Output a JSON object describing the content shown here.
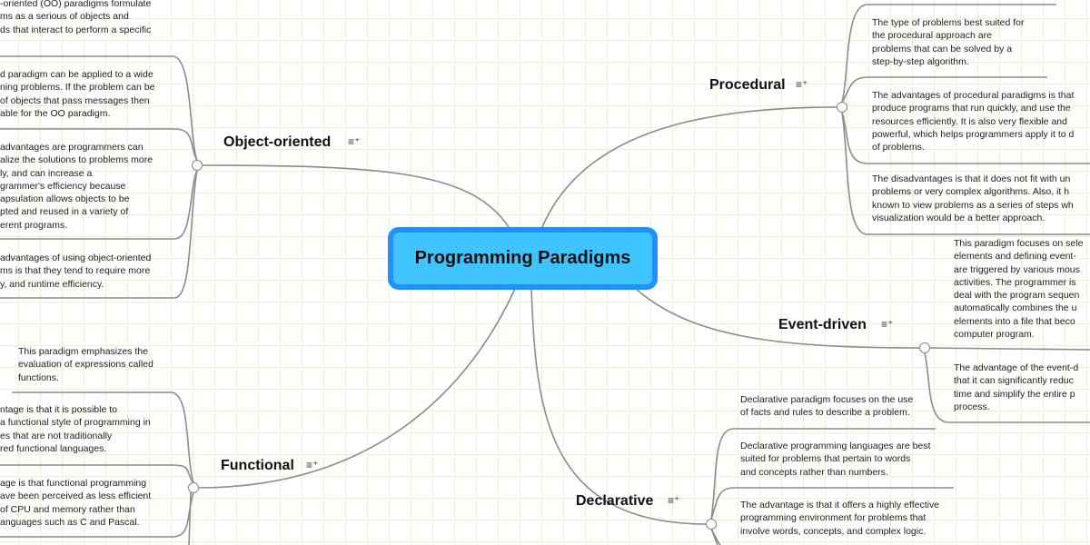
{
  "central": {
    "title": "Programming Paradigms"
  },
  "topics": {
    "object_oriented": {
      "label": "Object-oriented",
      "notes": [
        "-oriented (OO) paradigms formulate\nms as a serious of objects and\nds that interact to perform a specific",
        "d paradigm can be applied to a wide\nning problems.  If the problem can be\n of objects that pass messages then\nable for the OO paradigm.",
        " advantages are programmers can\nalize the solutions to problems more\nly, and can increase a\ngrammer's efficiency because\napsulation allows objects to be\npted and reused in a variety of\nerent programs.",
        "advantages of using object-oriented\nms is that they tend to require more\ny, and runtime efficiency."
      ]
    },
    "functional": {
      "label": "Functional",
      "notes": [
        "This paradigm emphasizes the\nevaluation of expressions called\nfunctions.",
        "ntage is that it is possible to\na functional style of programming in\nes that are not traditionally\nred functional languages.",
        "age is that functional programming\nave been perceived as less efficient\nof CPU and memory rather than\nanguages such as C and Pascal."
      ]
    },
    "procedural": {
      "label": "Procedural",
      "notes": [
        "The type of problems best suited for\nthe procedural approach are\nproblems that can be solved by a\nstep-by-step algorithm.",
        "The advantages of procedural paradigms is that\nproduce programs that run quickly, and use the\nresources efficiently.  It is also very flexible and\npowerful, which helps programmers apply it to d\nof problems.",
        "The disadvantages is that it does not fit with un\nproblems or very complex algorithms.  Also, it h\nknown to view problems as a series of steps wh\nvisualization would be a better approach."
      ]
    },
    "event_driven": {
      "label": "Event-driven",
      "notes": [
        "This paradigm focuses on sele\nelements and defining event-\nare triggered by various mous\nactivities. The programmer is\ndeal with the program sequen\nautomatically combines the u\nelements into a file that beco\ncomputer program.",
        "The advantage of the event-d\nthat it can significantly reduc\ntime and simplify the entire p\nprocess."
      ]
    },
    "declarative": {
      "label": "Declarative",
      "notes": [
        "Declarative paradigm focuses on the use\nof facts and rules to describe a problem.",
        "Declarative programming languages are best\nsuited for problems that pertain to words\nand concepts rather than numbers.",
        "The advantage is that it offers a highly effective\nprogramming environment for problems that\ninvolve words, concepts, and complex logic."
      ]
    }
  },
  "icons": {
    "notes": "notes-icon"
  },
  "colors": {
    "central_fill": "#40c4ff",
    "central_border": "#1e90ff",
    "line": "#8a8a8a"
  }
}
